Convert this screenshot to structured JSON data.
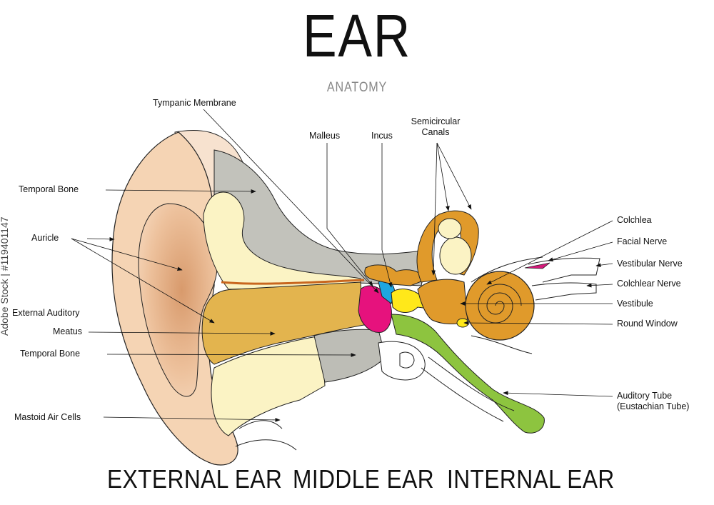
{
  "title": "EAR",
  "subtitle": "ANATOMY",
  "labels": {
    "tympanic_membrane": "Tympanic Membrane",
    "malleus": "Malleus",
    "incus": "Incus",
    "semicircular_canals_1": "Semicircular",
    "semicircular_canals_2": "Canals",
    "temporal_bone_top": "Temporal Bone",
    "auricle": "Auricle",
    "external_auditory_1": "External Auditory",
    "external_auditory_2": "Meatus",
    "temporal_bone_bottom": "Temporal Bone",
    "mastoid_air_cells": "Mastoid Air Cells",
    "cochlea": "Colchlea",
    "facial_nerve": "Facial Nerve",
    "vestibular_nerve": "Vestibular Nerve",
    "cochlear_nerve": "Colchlear Nerve",
    "vestibule": "Vestibule",
    "round_window": "Round Window",
    "auditory_tube_1": "Auditory Tube",
    "auditory_tube_2": "(Eustachian Tube)"
  },
  "sections": {
    "external": "EXTERNAL EAR",
    "middle": "MIDDLE EAR",
    "internal": "INTERNAL EAR"
  },
  "watermark": "Adobe Stock | #119401147",
  "colors": {
    "skin_light": "#f6d9bd",
    "skin_mid": "#e8b48a",
    "canal": "#e3b44e",
    "bone_cream": "#fbf3c4",
    "bone_grey": "#bdbdb6",
    "malleus": "#e6127d",
    "incus": "#1ea6e0",
    "stapes": "#ffe81a",
    "cochlea": "#e09a2b",
    "tube": "#8dc43f",
    "nerve_pink": "#d4197a",
    "membrane": "#c8661e"
  }
}
